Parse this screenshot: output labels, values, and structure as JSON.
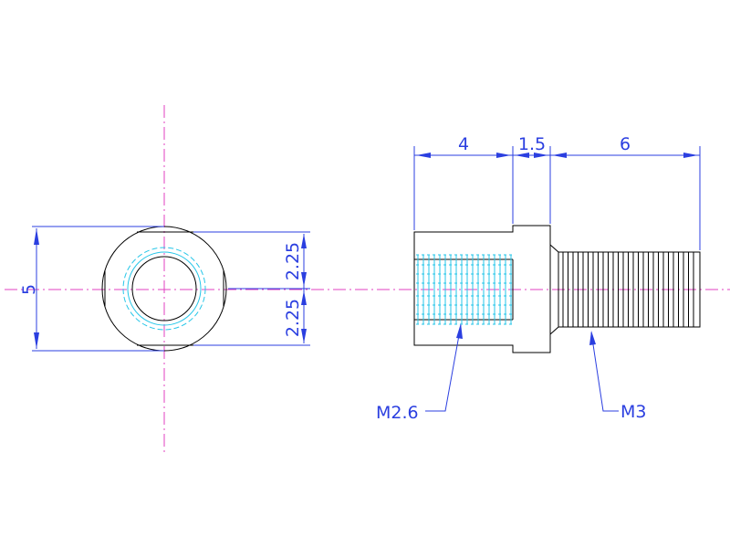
{
  "drawing": {
    "colors": {
      "background": "#ffffff",
      "object": "#000000",
      "dimension": "#2b3fe0",
      "centerline": "#e040c0",
      "thread": "#26c6e8"
    },
    "dimensions": {
      "length_female": "4",
      "length_step": "1.5",
      "length_male": "6",
      "outer_diameter": "5",
      "half_upper": "2.25",
      "half_lower": "2.25"
    },
    "callouts": {
      "internal_thread": "M2.6",
      "external_thread": "M3"
    }
  }
}
